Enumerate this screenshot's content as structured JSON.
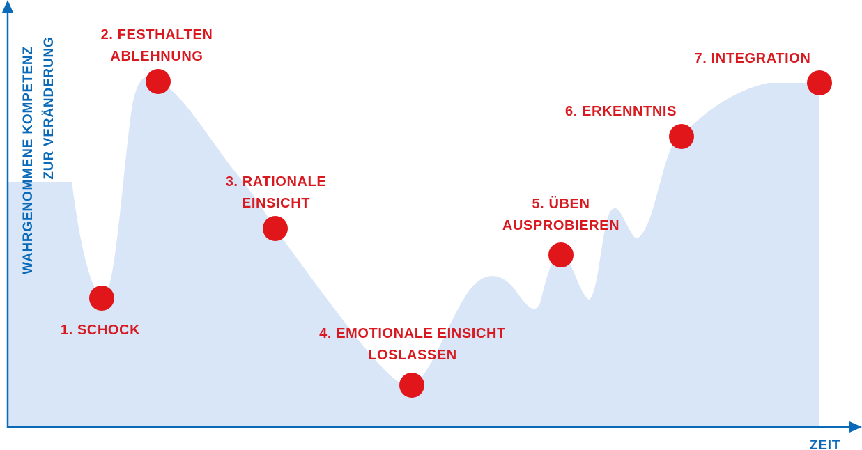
{
  "colors": {
    "axis": "#0a6ab8",
    "area_fill": "#d8e6f7",
    "marker": "#e0161b",
    "label": "#d8191f"
  },
  "y_axis_label": {
    "line1": "WAHRGENOMMENE KOMPETENZ",
    "line2": "ZUR VERÄNDERUNG"
  },
  "x_axis_label": "ZEIT",
  "stages": [
    {
      "lines": [
        "1. SCHOCK"
      ]
    },
    {
      "lines": [
        "2. FESTHALTEN",
        "ABLEHNUNG"
      ]
    },
    {
      "lines": [
        "3. RATIONALE",
        "EINSICHT"
      ]
    },
    {
      "lines": [
        "4. EMOTIONALE EINSICHT",
        "LOSLASSEN"
      ]
    },
    {
      "lines": [
        "5. ÜBEN",
        "AUSPROBIEREN"
      ]
    },
    {
      "lines": [
        "6. ERKENNTNIS"
      ]
    },
    {
      "lines": [
        "7. INTEGRATION"
      ]
    }
  ]
}
